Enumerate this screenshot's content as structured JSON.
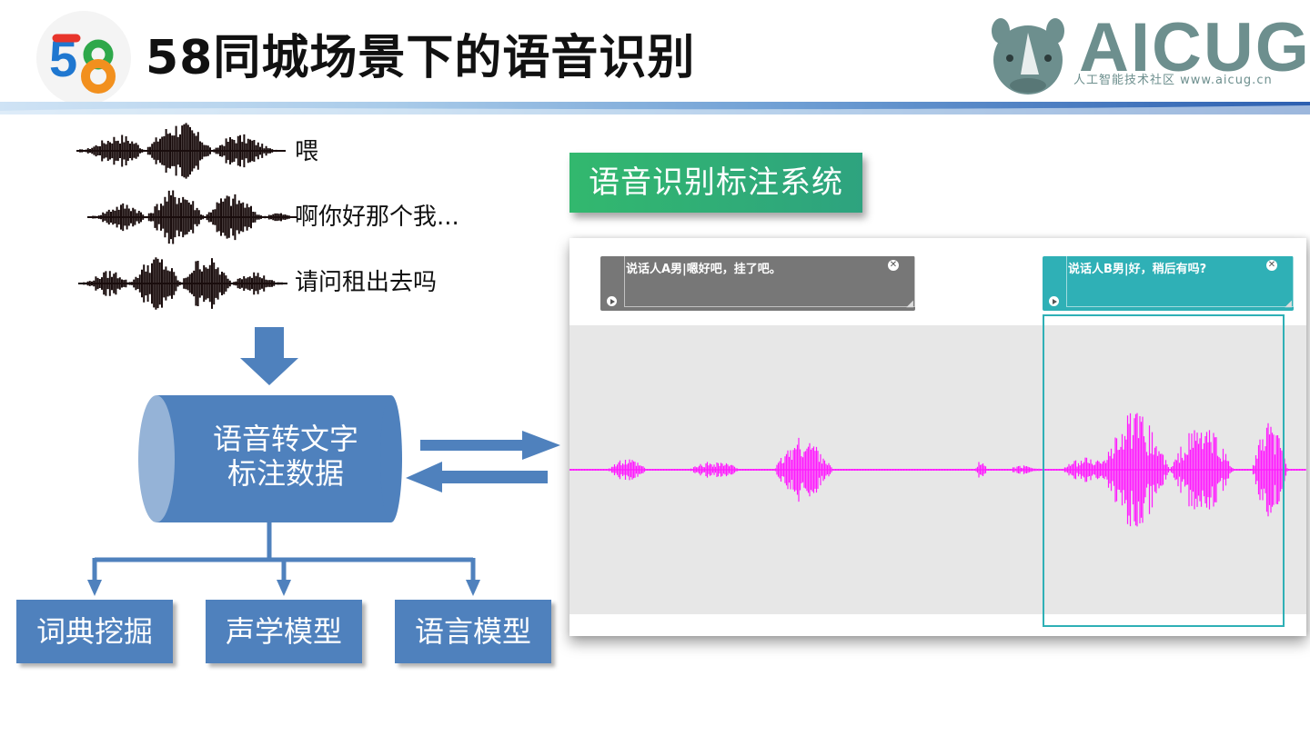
{
  "header": {
    "title": "58同城场景下的语音识别",
    "logo_text": "58",
    "brand_name": "AICUG",
    "brand_tagline": "人工智能技术社区 www.aicug.cn"
  },
  "utterances": [
    {
      "text": "喂"
    },
    {
      "text": "啊你好那个我..."
    },
    {
      "text": "请问租出去吗"
    }
  ],
  "flow": {
    "store_label_line1": "语音转文字",
    "store_label_line2": "标注数据",
    "outputs": [
      "词典挖掘",
      "声学模型",
      "语言模型"
    ]
  },
  "system": {
    "label": "语音识别标注系统",
    "segments": [
      {
        "text": "说话人A男|嗯好吧，挂了吧。",
        "color": "#777777"
      },
      {
        "text": "说话人B男|好，稍后有吗?",
        "color": "#2fb0b6"
      }
    ],
    "waveform_color": "#ff1aff"
  },
  "colors": {
    "flow_blue": "#4f81bd",
    "system_green": "#2ea37f",
    "brand_gray": "#6d8f8e"
  }
}
